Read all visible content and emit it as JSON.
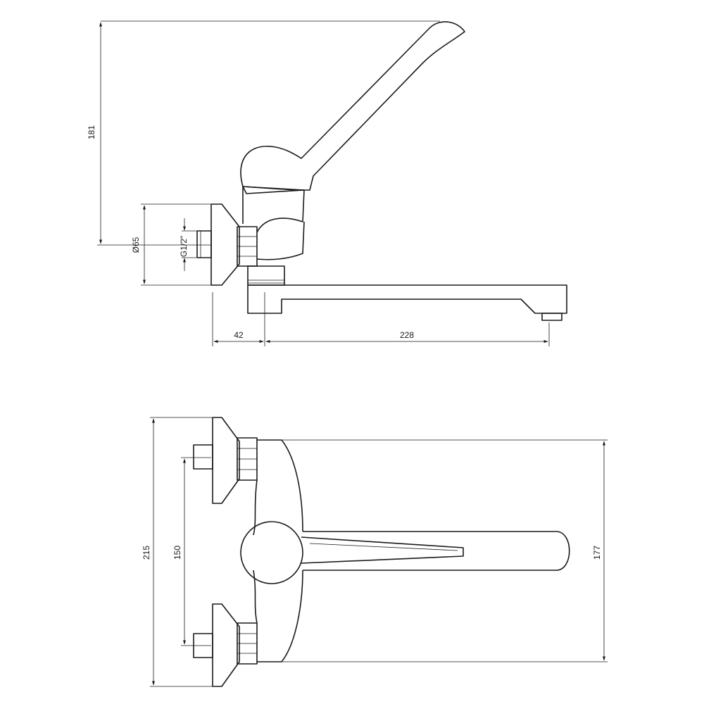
{
  "side_view": {
    "dimensions": {
      "height_handle": "181",
      "flange_diameter": "Ø65",
      "thread": "G1/2\"",
      "wall_to_spout": "42",
      "spout_reach": "228"
    }
  },
  "top_view": {
    "dimensions": {
      "flange_span": "215",
      "inlet_spacing": "150",
      "body_depth": "177"
    }
  },
  "colors": {
    "line": "#1a1a1a",
    "background": "#ffffff"
  }
}
